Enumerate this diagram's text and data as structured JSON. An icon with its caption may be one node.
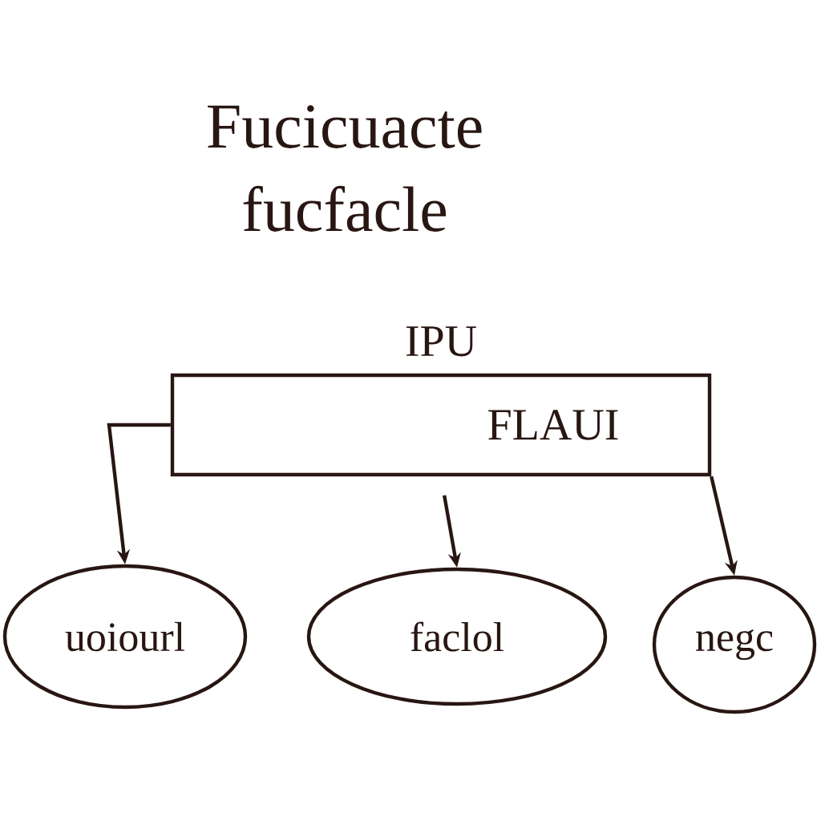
{
  "diagram": {
    "title": "Fucicuacte fucfacle",
    "nodes": [
      {
        "text": [
          "IPU",
          "FLAUI"
        ]
      },
      {
        "text": [
          "uoiourl"
        ]
      },
      {
        "text": [
          "faclol"
        ]
      },
      {
        "text": [
          "negc"
        ]
      }
    ],
    "edges": [
      {
        "from": 0,
        "to": 1,
        "arrow": "to"
      },
      {
        "from": 0,
        "to": 2,
        "arrow": "to"
      },
      {
        "from": 0,
        "to": 3,
        "arrow": "to"
      }
    ]
  }
}
